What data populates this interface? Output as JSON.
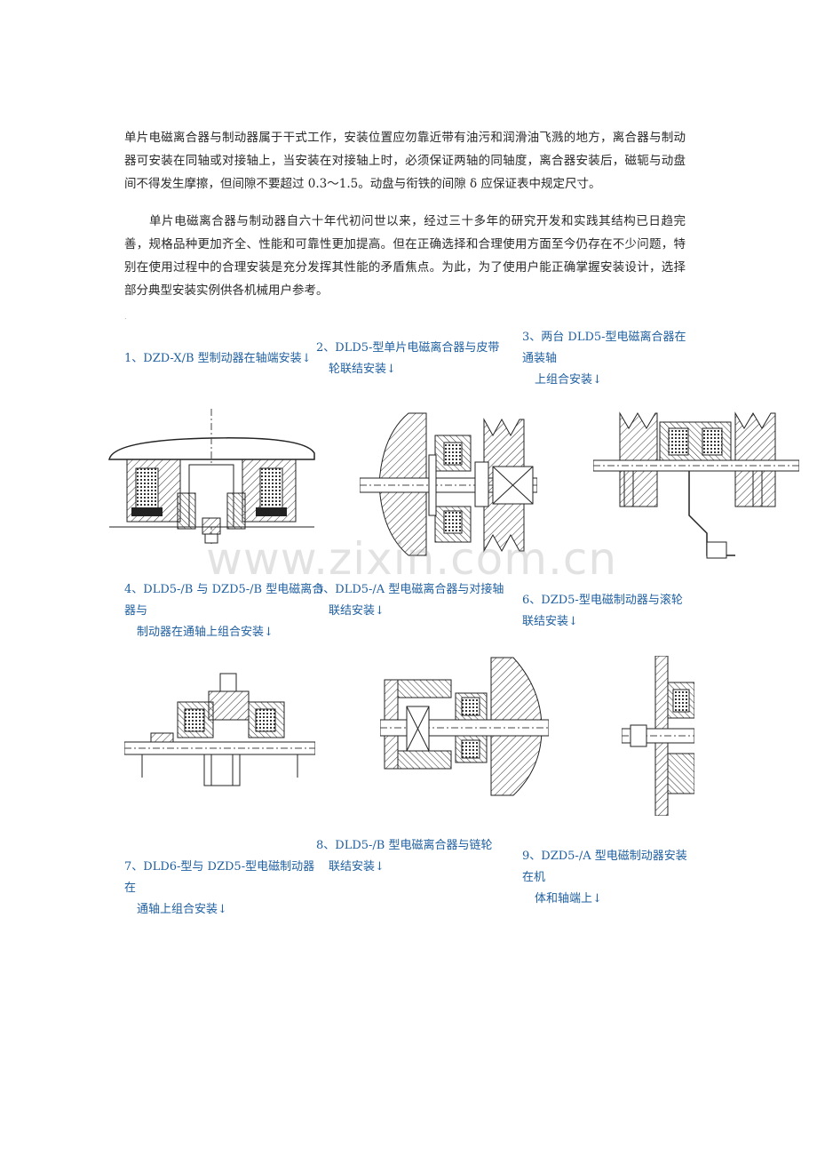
{
  "paragraphs": [
    "单片电磁离合器与制动器属于干式工作，安装位置应勿靠近带有油污和润滑油飞溅的地方，离合器与制动器可安装在同轴或对接轴上，当安装在对接轴上时，必须保证两轴的同轴度，离合器安装后，磁轭与动盘间不得发生摩擦，但间隙不要超过 0.3～1.5。动盘与衔铁的间隙 δ 应保证表中规定尺寸。",
    "单片电磁离合器与制动器自六十年代初问世以来，经过三十多年的研究开发和实践其结构已日趋完善，规格品种更加齐全、性能和可靠性更加提高。但在正确选择和合理使用方面至今仍存在不少问题，特别在使用过程中的合理安装是充分发挥其性能的矛盾焦点。为此，为了使用户能正确掌握安装设计，选择部分典型安装实例供各机械用户参考。"
  ],
  "small_mark": ".",
  "captions": {
    "c1": [
      "1、DZD-X/B 型制动器在轴端安装↓"
    ],
    "c2": [
      "2、DLD5-型单片电磁离合器与皮带",
      "轮联结安装↓"
    ],
    "c3": [
      "3、两台 DLD5-型电磁离合器在",
      "通装轴",
      "上组合安装↓"
    ],
    "c4": [
      "4、DLD5-/B 与 DZD5-/B 型电磁离合",
      "器与",
      "制动器在通轴上组合安装↓"
    ],
    "c5": [
      "5、DLD5-/A 型电磁离合器与对接轴",
      "联结安装↓"
    ],
    "c6": [
      "6、DZD5-型电磁制动器与滚轮",
      "联结安装↓"
    ],
    "c7": [
      "7、DLD6-型与 DZD5-型电磁制动器",
      "在",
      "通轴上组合安装↓"
    ],
    "c8": [
      "8、DLD5-/B 型电磁离合器与链轮",
      "联结安装↓"
    ],
    "c9": [
      "9、DZD5-/A 型电磁制动器安装",
      "在机",
      "体和轴端上↓"
    ]
  },
  "watermark": "www.zixin.com.cn"
}
